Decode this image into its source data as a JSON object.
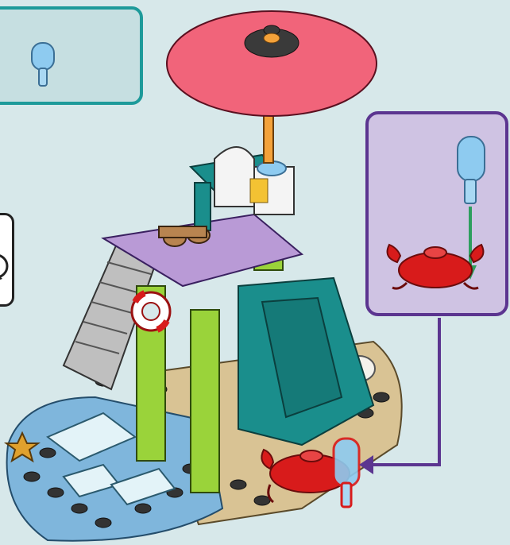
{
  "scene": {
    "type": "building-instruction-step",
    "callouts": [
      {
        "role": "parts-needed",
        "icon": "transparent-blue-popsicle-piece-icon",
        "border_color": "#1d9a9a"
      },
      {
        "role": "sub-assembly",
        "icon": "crab-with-popsicle-icon",
        "border_color": "#5b3590"
      },
      {
        "role": "rotate-hint",
        "icon": "rotate-arrow-icon"
      }
    ],
    "colors": {
      "background": "#d7e8ea",
      "parasol": "#f1647a",
      "tower_lime": "#9ad33a",
      "tower_teal": "#1a8e8c",
      "deck_lilac": "#b99ad6",
      "crab_red": "#d81b1b",
      "water_blue": "#7fb6dc",
      "sand_tan": "#d9c394",
      "popsicle_trans_blue": "#8ecbf0",
      "assembly_arrow": "#5b3590",
      "insert_arrow": "#2e9e5e"
    }
  }
}
